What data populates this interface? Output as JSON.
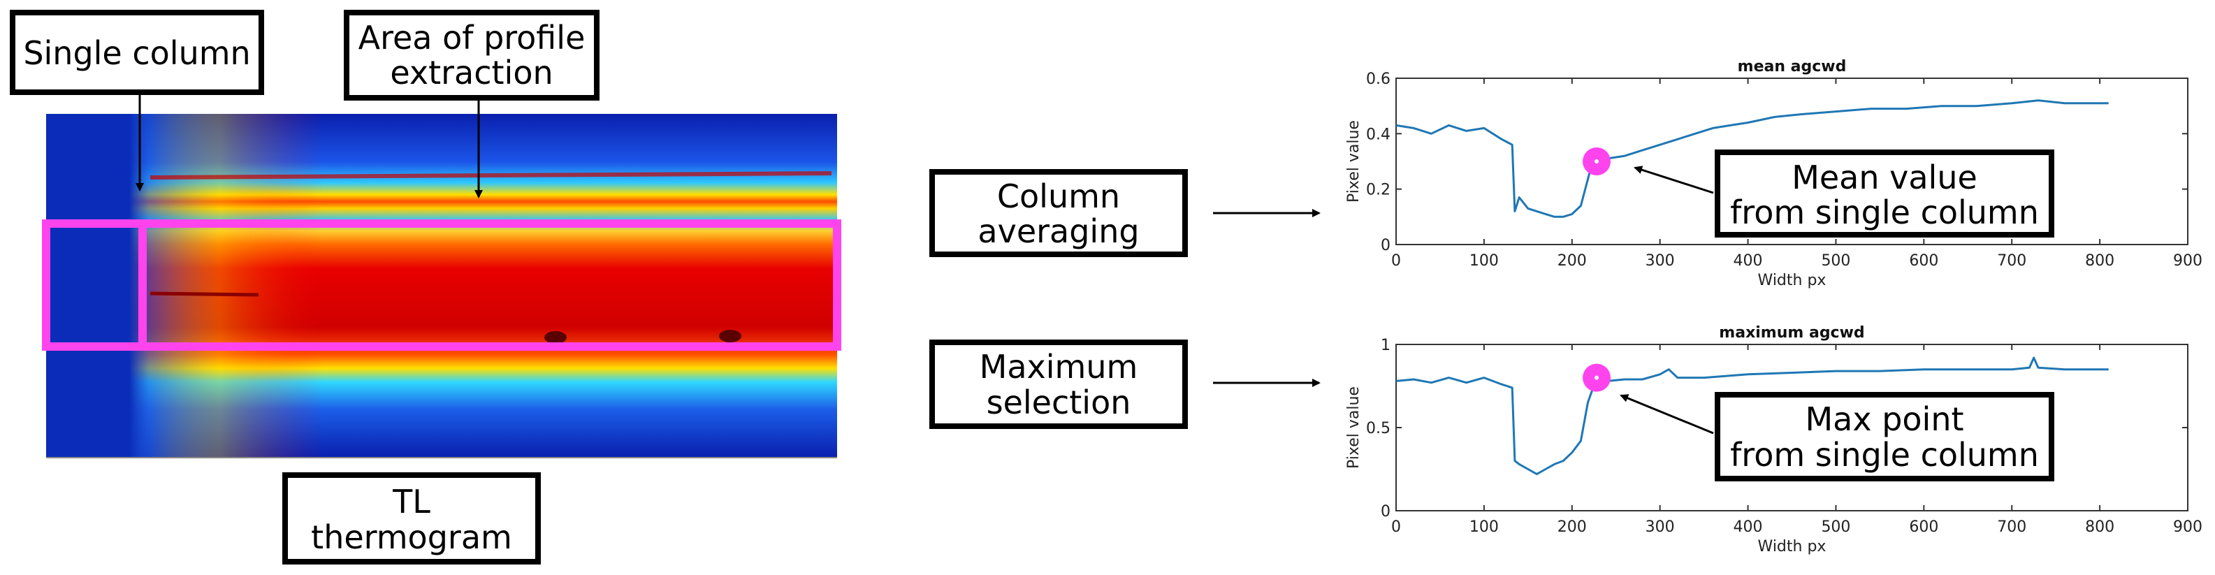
{
  "labels": {
    "single_column": "Single column",
    "area_line1": "Area of profile",
    "area_line2": "extraction",
    "tl_line1": "TL",
    "tl_line2": "thermogram",
    "col_avg_line1": "Column",
    "col_avg_line2": "averaging",
    "max_sel_line1": "Maximum",
    "max_sel_line2": "selection",
    "mean_note_line1": "Mean value",
    "mean_note_line2": "from single column",
    "max_note_line1": "Max point",
    "max_note_line2": "from single column"
  },
  "colors": {
    "highlight": "#ff44ee",
    "line": "#1f77b4",
    "box_border": "#000000"
  },
  "chart_data": [
    {
      "type": "line",
      "title": "mean agcwd",
      "xlabel": "Width px",
      "ylabel": "Pixel value",
      "xlim": [
        0,
        900
      ],
      "ylim": [
        0,
        0.6
      ],
      "xticks": [
        "0",
        "100",
        "200",
        "300",
        "400",
        "500",
        "600",
        "700",
        "800",
        "900"
      ],
      "yticks": [
        "0",
        "0.2",
        "0.4",
        "0.6"
      ],
      "series": [
        {
          "x": [
            0,
            20,
            40,
            60,
            80,
            100,
            120,
            132,
            135,
            140,
            150,
            160,
            170,
            180,
            190,
            200,
            210,
            220,
            228,
            240,
            260,
            280,
            300,
            320,
            340,
            360,
            380,
            400,
            430,
            460,
            500,
            540,
            580,
            620,
            660,
            700,
            730,
            760,
            790,
            810
          ],
          "y": [
            0.43,
            0.42,
            0.4,
            0.43,
            0.41,
            0.42,
            0.38,
            0.36,
            0.12,
            0.17,
            0.13,
            0.12,
            0.11,
            0.1,
            0.1,
            0.11,
            0.14,
            0.26,
            0.3,
            0.31,
            0.32,
            0.34,
            0.36,
            0.38,
            0.4,
            0.42,
            0.43,
            0.44,
            0.46,
            0.47,
            0.48,
            0.49,
            0.49,
            0.5,
            0.5,
            0.51,
            0.52,
            0.51,
            0.51,
            0.51
          ]
        }
      ],
      "highlight_point": {
        "x": 228,
        "y": 0.3
      }
    },
    {
      "type": "line",
      "title": "maximum agcwd",
      "xlabel": "Width px",
      "ylabel": "Pixel value",
      "xlim": [
        0,
        900
      ],
      "ylim": [
        0,
        1
      ],
      "xticks": [
        "0",
        "100",
        "200",
        "300",
        "400",
        "500",
        "600",
        "700",
        "800",
        "900"
      ],
      "yticks": [
        "0",
        "0.5",
        "1"
      ],
      "series": [
        {
          "x": [
            0,
            20,
            40,
            60,
            80,
            100,
            120,
            132,
            135,
            140,
            150,
            160,
            170,
            180,
            190,
            200,
            210,
            218,
            228,
            240,
            260,
            280,
            300,
            310,
            320,
            350,
            400,
            450,
            500,
            550,
            600,
            650,
            700,
            720,
            725,
            730,
            760,
            790,
            810
          ],
          "y": [
            0.78,
            0.79,
            0.77,
            0.8,
            0.77,
            0.8,
            0.76,
            0.74,
            0.3,
            0.28,
            0.25,
            0.22,
            0.25,
            0.28,
            0.3,
            0.35,
            0.42,
            0.65,
            0.8,
            0.78,
            0.79,
            0.79,
            0.82,
            0.85,
            0.8,
            0.8,
            0.82,
            0.83,
            0.84,
            0.84,
            0.85,
            0.85,
            0.85,
            0.86,
            0.92,
            0.86,
            0.85,
            0.85,
            0.85
          ]
        }
      ],
      "highlight_point": {
        "x": 228,
        "y": 0.8
      }
    }
  ]
}
